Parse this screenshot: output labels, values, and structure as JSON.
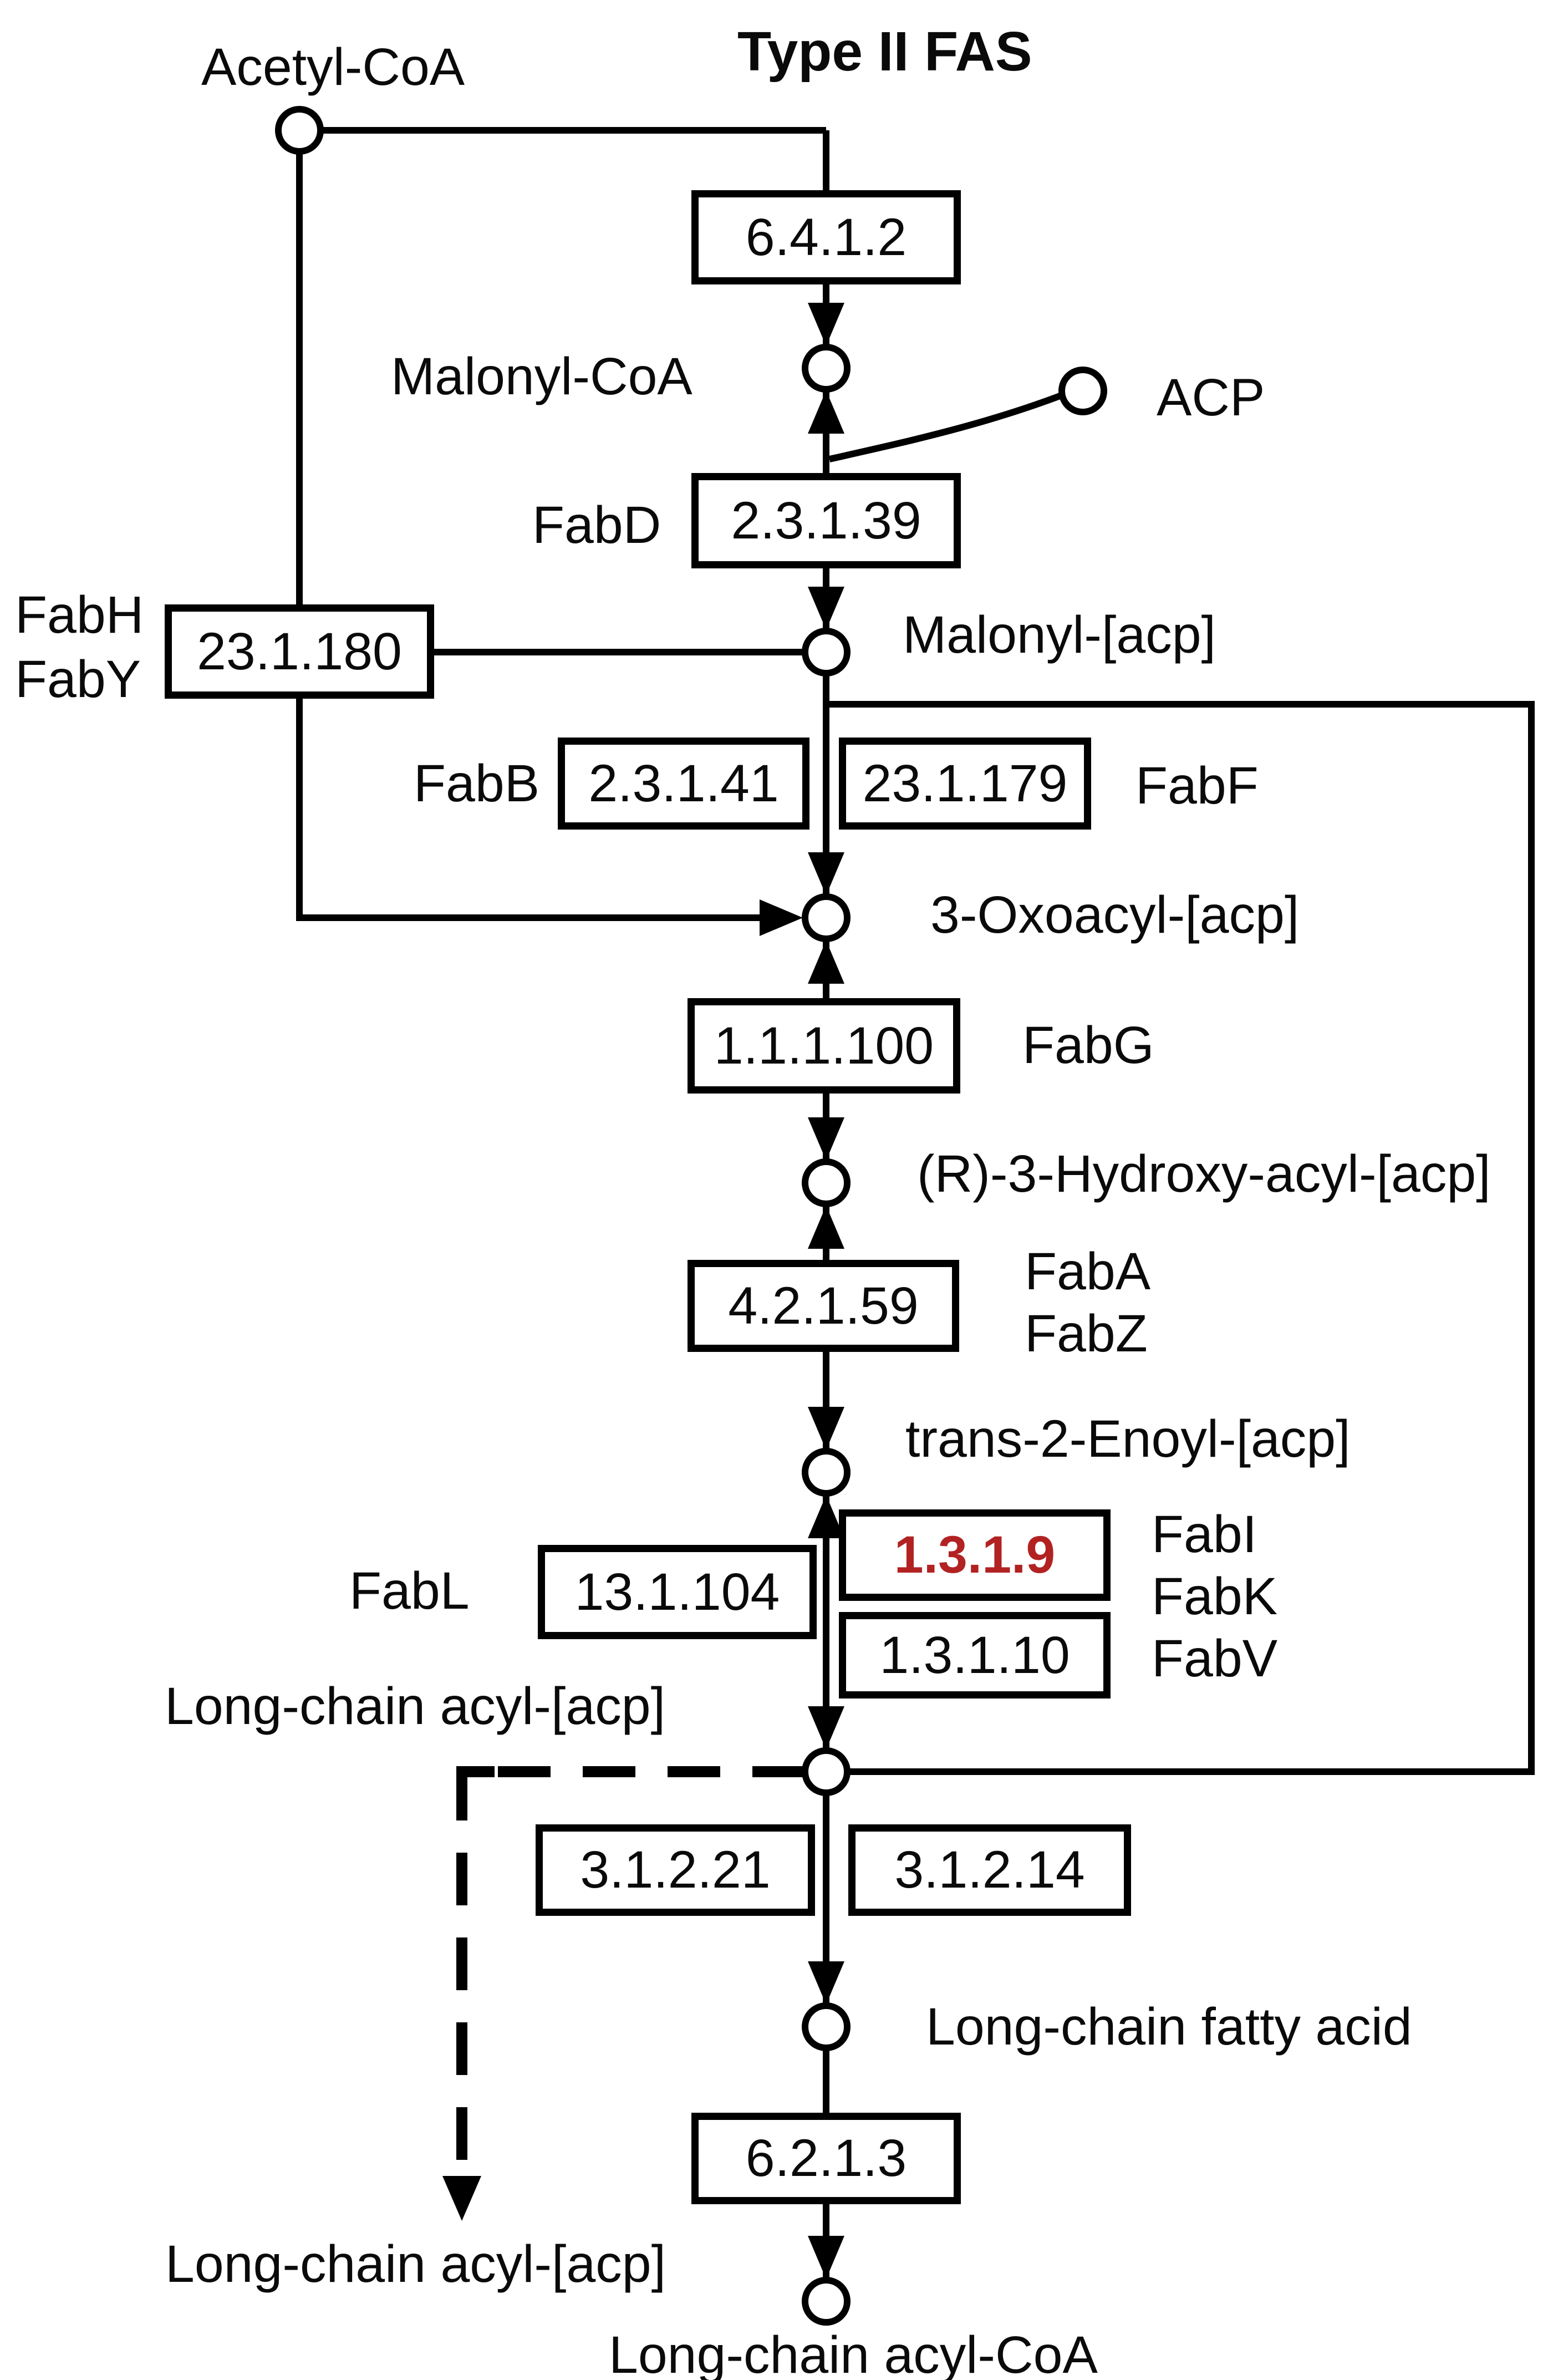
{
  "title": "Type II FAS",
  "colors": {
    "line": "#000000",
    "highlight_ec": "#b22222",
    "background": "#ffffff"
  },
  "metabolites": {
    "acetyl_coa": "Acetyl-CoA",
    "malonyl_coa": "Malonyl-CoA",
    "acp": "ACP",
    "malonyl_acp": "Malonyl-[acp]",
    "oxoacyl_acp": "3-Oxoacyl-[acp]",
    "r3_hydroxy_acyl_acp": "(R)-3-Hydroxy-acyl-[acp]",
    "trans2_enoyl_acp": "trans-2-Enoyl-[acp]",
    "long_chain_acyl_acp": "Long-chain acyl-[acp]",
    "long_chain_fatty_acid": "Long-chain fatty acid",
    "long_chain_acyl_acp_released": "Long-chain acyl-[acp]",
    "long_chain_acyl_coa": "Long-chain acyl-CoA"
  },
  "enzyme_labels": {
    "fabd": "FabD",
    "fabh": "FabH",
    "faby": "FabY",
    "fabb": "FabB",
    "fabf": "FabF",
    "fabg": "FabG",
    "faba": "FabA",
    "fabz": "FabZ",
    "fabl": "FabL",
    "fabi": "FabI",
    "fabk": "FabK",
    "fabv": "FabV"
  },
  "ec_numbers": {
    "acetyl_coa_carboxylase": "6.4.1.2",
    "fabd": "2.3.1.39",
    "fabh_faby": "23.1.180",
    "fabb": "2.3.1.41",
    "fabf": "23.1.179",
    "fabg": "1.1.1.100",
    "faba_fabz": "4.2.1.59",
    "fabl": "13.1.104",
    "fabi_fabk": "1.3.1.9",
    "fabv": "1.3.1.10",
    "thioesterase_1": "3.1.2.21",
    "thioesterase_2": "3.1.2.14",
    "acyl_coa_synthetase": "6.2.1.3"
  }
}
